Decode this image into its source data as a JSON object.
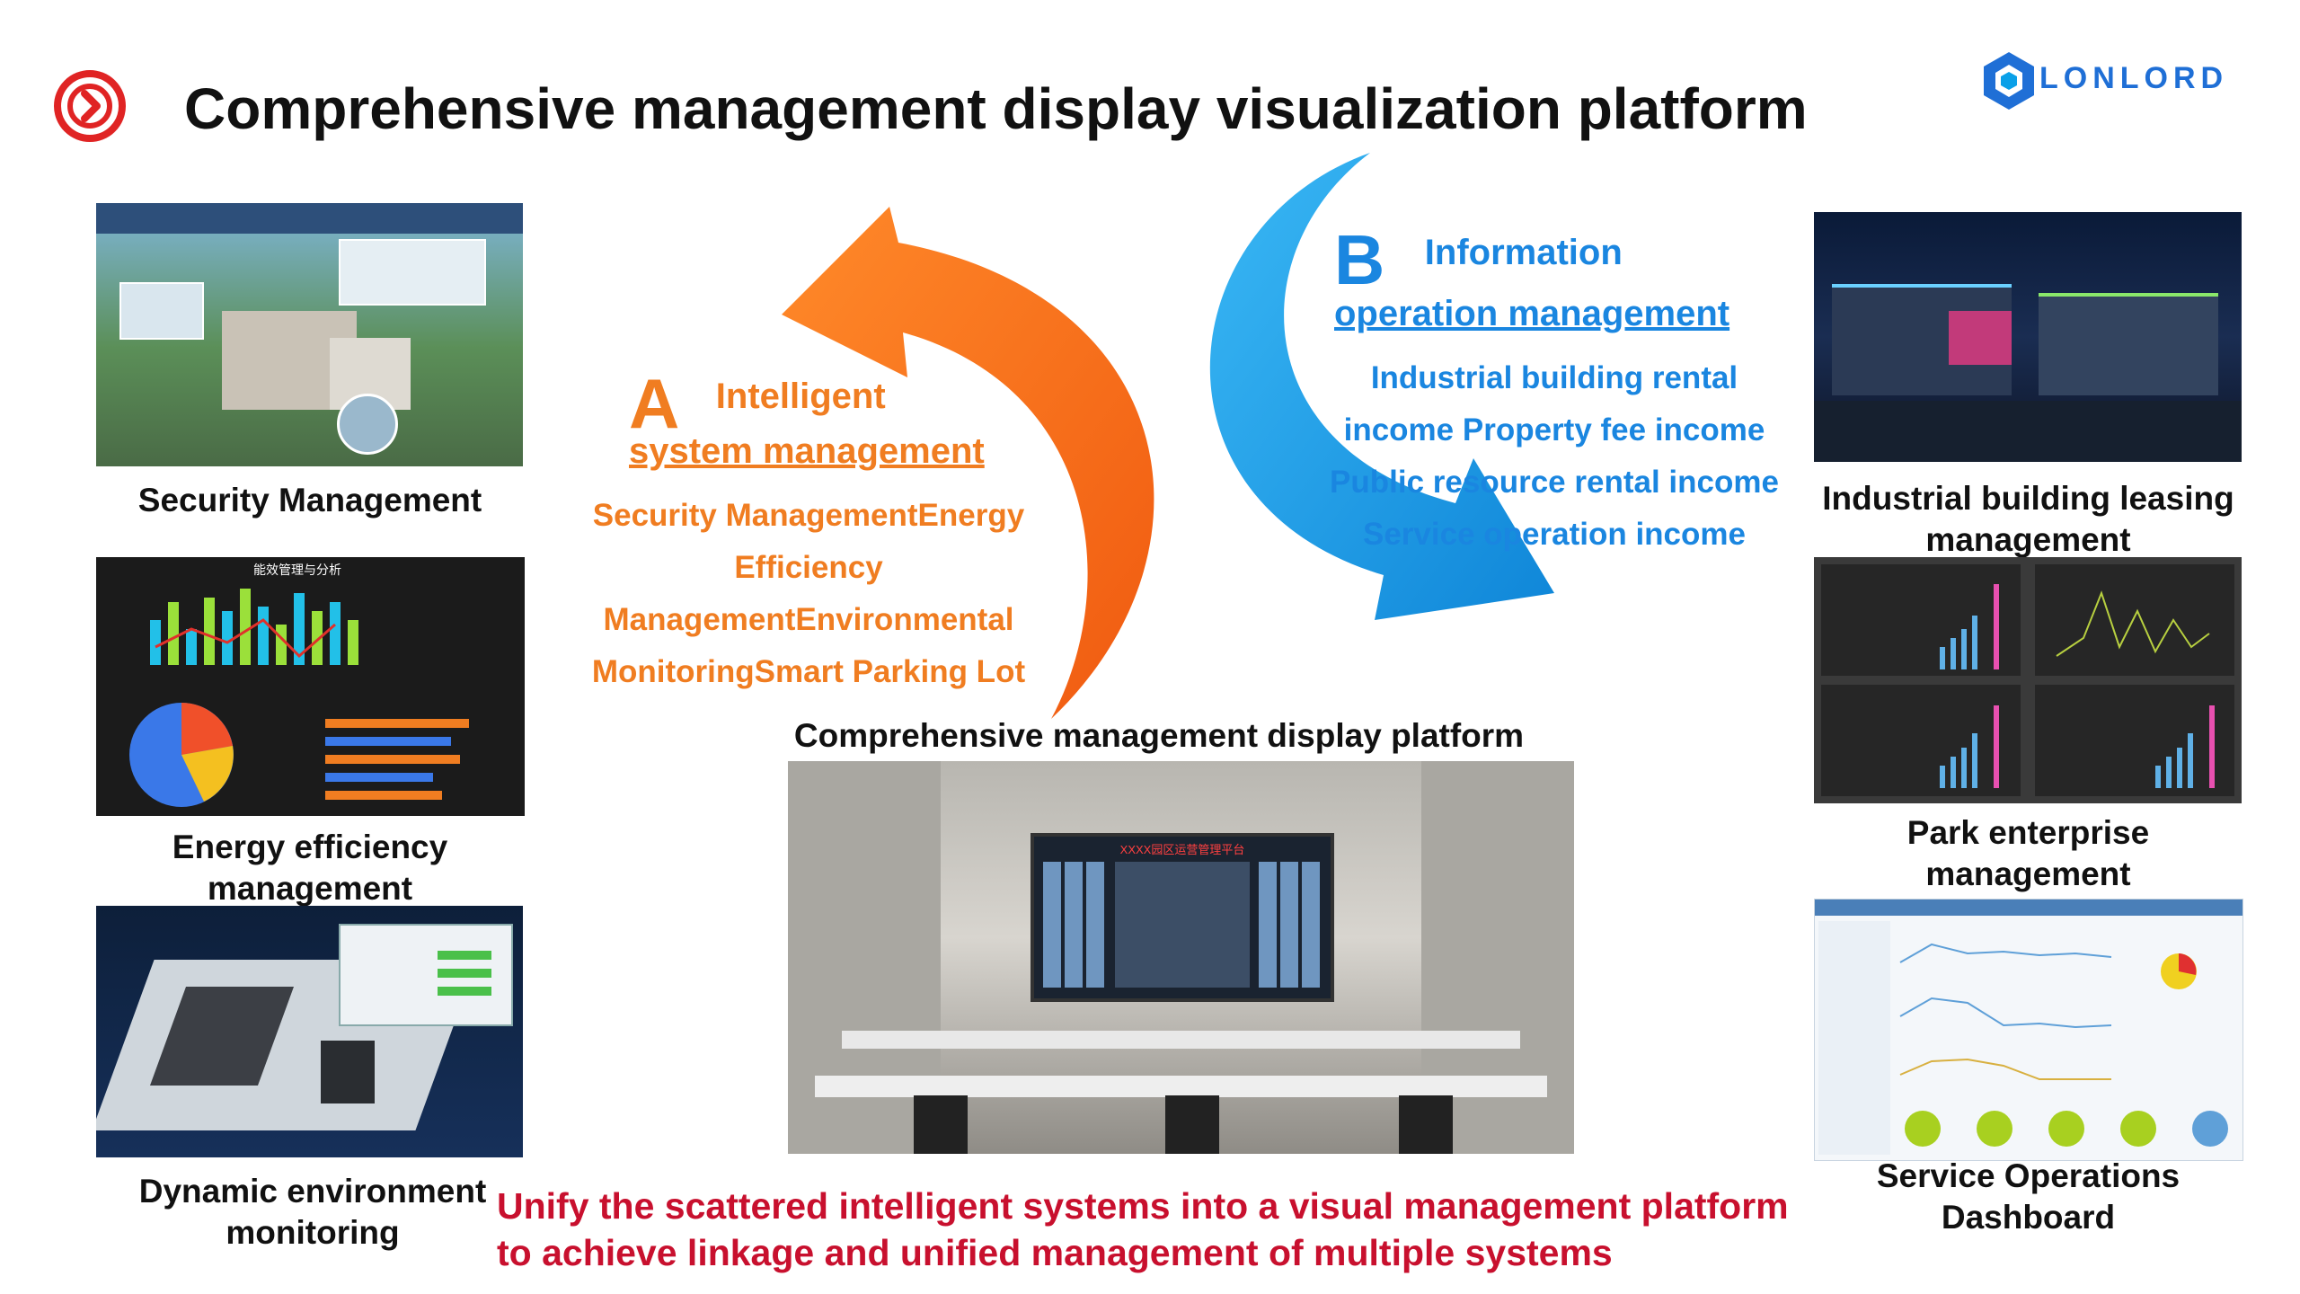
{
  "header": {
    "title": "Comprehensive management display visualization platform",
    "logo_text": "LONLORD",
    "icon": "chevron-right-circle-icon",
    "accent_color": "#e02424"
  },
  "left_panels": [
    {
      "caption": "Security Management"
    },
    {
      "caption_line1": "Energy efficiency",
      "caption_line2": "management"
    },
    {
      "caption_line1": "Dynamic environment",
      "caption_line2": "monitoring"
    }
  ],
  "energy_panel_title": "能效管理与分析",
  "section_a": {
    "letter": "A",
    "heading": "Intelligent",
    "subheading": "system management",
    "items": [
      "Security ManagementEnergy",
      "Efficiency",
      "ManagementEnvironmental",
      "MonitoringSmart Parking Lot"
    ],
    "color": "#f07d21"
  },
  "section_b": {
    "letter": "B",
    "heading": "Information",
    "subheading": "operation management",
    "items": [
      "Industrial building rental",
      "income Property fee income",
      "Public resource rental income",
      "Service operation income"
    ],
    "color": "#1a86e0"
  },
  "center": {
    "caption": "Comprehensive management display platform",
    "screen_title": "XXXX园区运营管理平台"
  },
  "right_panels": [
    {
      "caption_line1": "Industrial building leasing",
      "caption_line2": "management"
    },
    {
      "caption_line1": "Park enterprise",
      "caption_line2": "management"
    },
    {
      "caption_line1": "Service Operations",
      "caption_line2": "Dashboard"
    }
  ],
  "bottom_note": {
    "line1": "Unify the scattered intelligent systems into a visual management platform",
    "line2": "to achieve linkage and unified management of multiple systems"
  }
}
